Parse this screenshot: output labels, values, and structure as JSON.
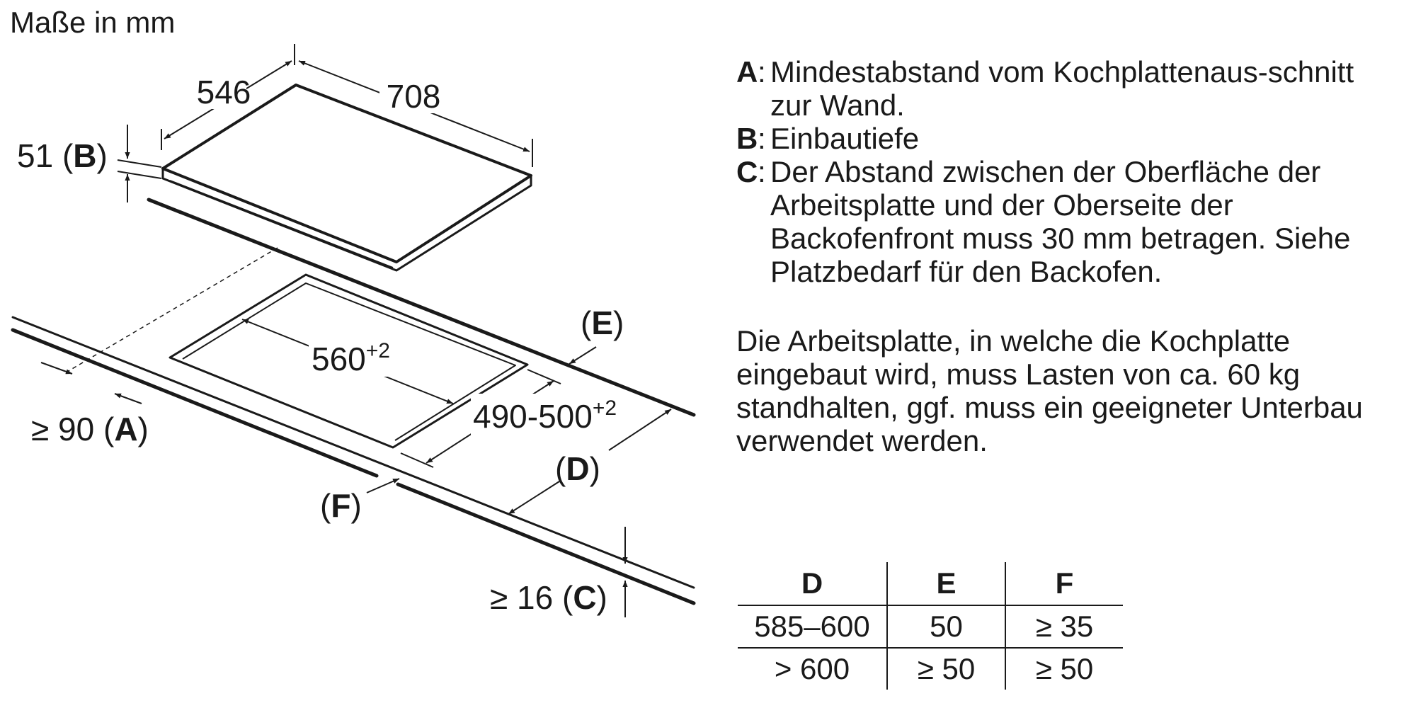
{
  "title": "Maße in mm",
  "labels": {
    "depth": "546",
    "width": "708",
    "height_value": "51",
    "height_key": "B",
    "cutout_width": "560",
    "cutout_width_tol": "+2",
    "cutout_depth": "490-500",
    "cutout_depth_tol": "+2",
    "wall_prefix": "≥ 90",
    "wall_key": "A",
    "front_prefix": "≥ 16",
    "front_key": "C",
    "label_e": "E",
    "label_d": "D",
    "label_f": "F"
  },
  "legend": [
    {
      "key": "A",
      "text": "Mindestabstand vom Kochplattenaus-schnitt zur Wand."
    },
    {
      "key": "B",
      "text": "Einbautiefe"
    },
    {
      "key": "C",
      "text": "Der Abstand zwischen der Oberfläche der Arbeitsplatte und der Oberseite der Backofenfront muss 30 mm betragen. Siehe Platzbedarf für den Backofen."
    }
  ],
  "note": "Die Arbeitsplatte, in welche die Kochplatte eingebaut wird, muss Lasten von ca. 60 kg standhalten, ggf. muss ein geeigneter Unterbau verwendet werden.",
  "table": {
    "headers": [
      "D",
      "E",
      "F"
    ],
    "rows": [
      [
        "585–600",
        "50",
        "≥ 35"
      ],
      [
        "> 600",
        "≥ 50",
        "≥ 50"
      ]
    ]
  }
}
